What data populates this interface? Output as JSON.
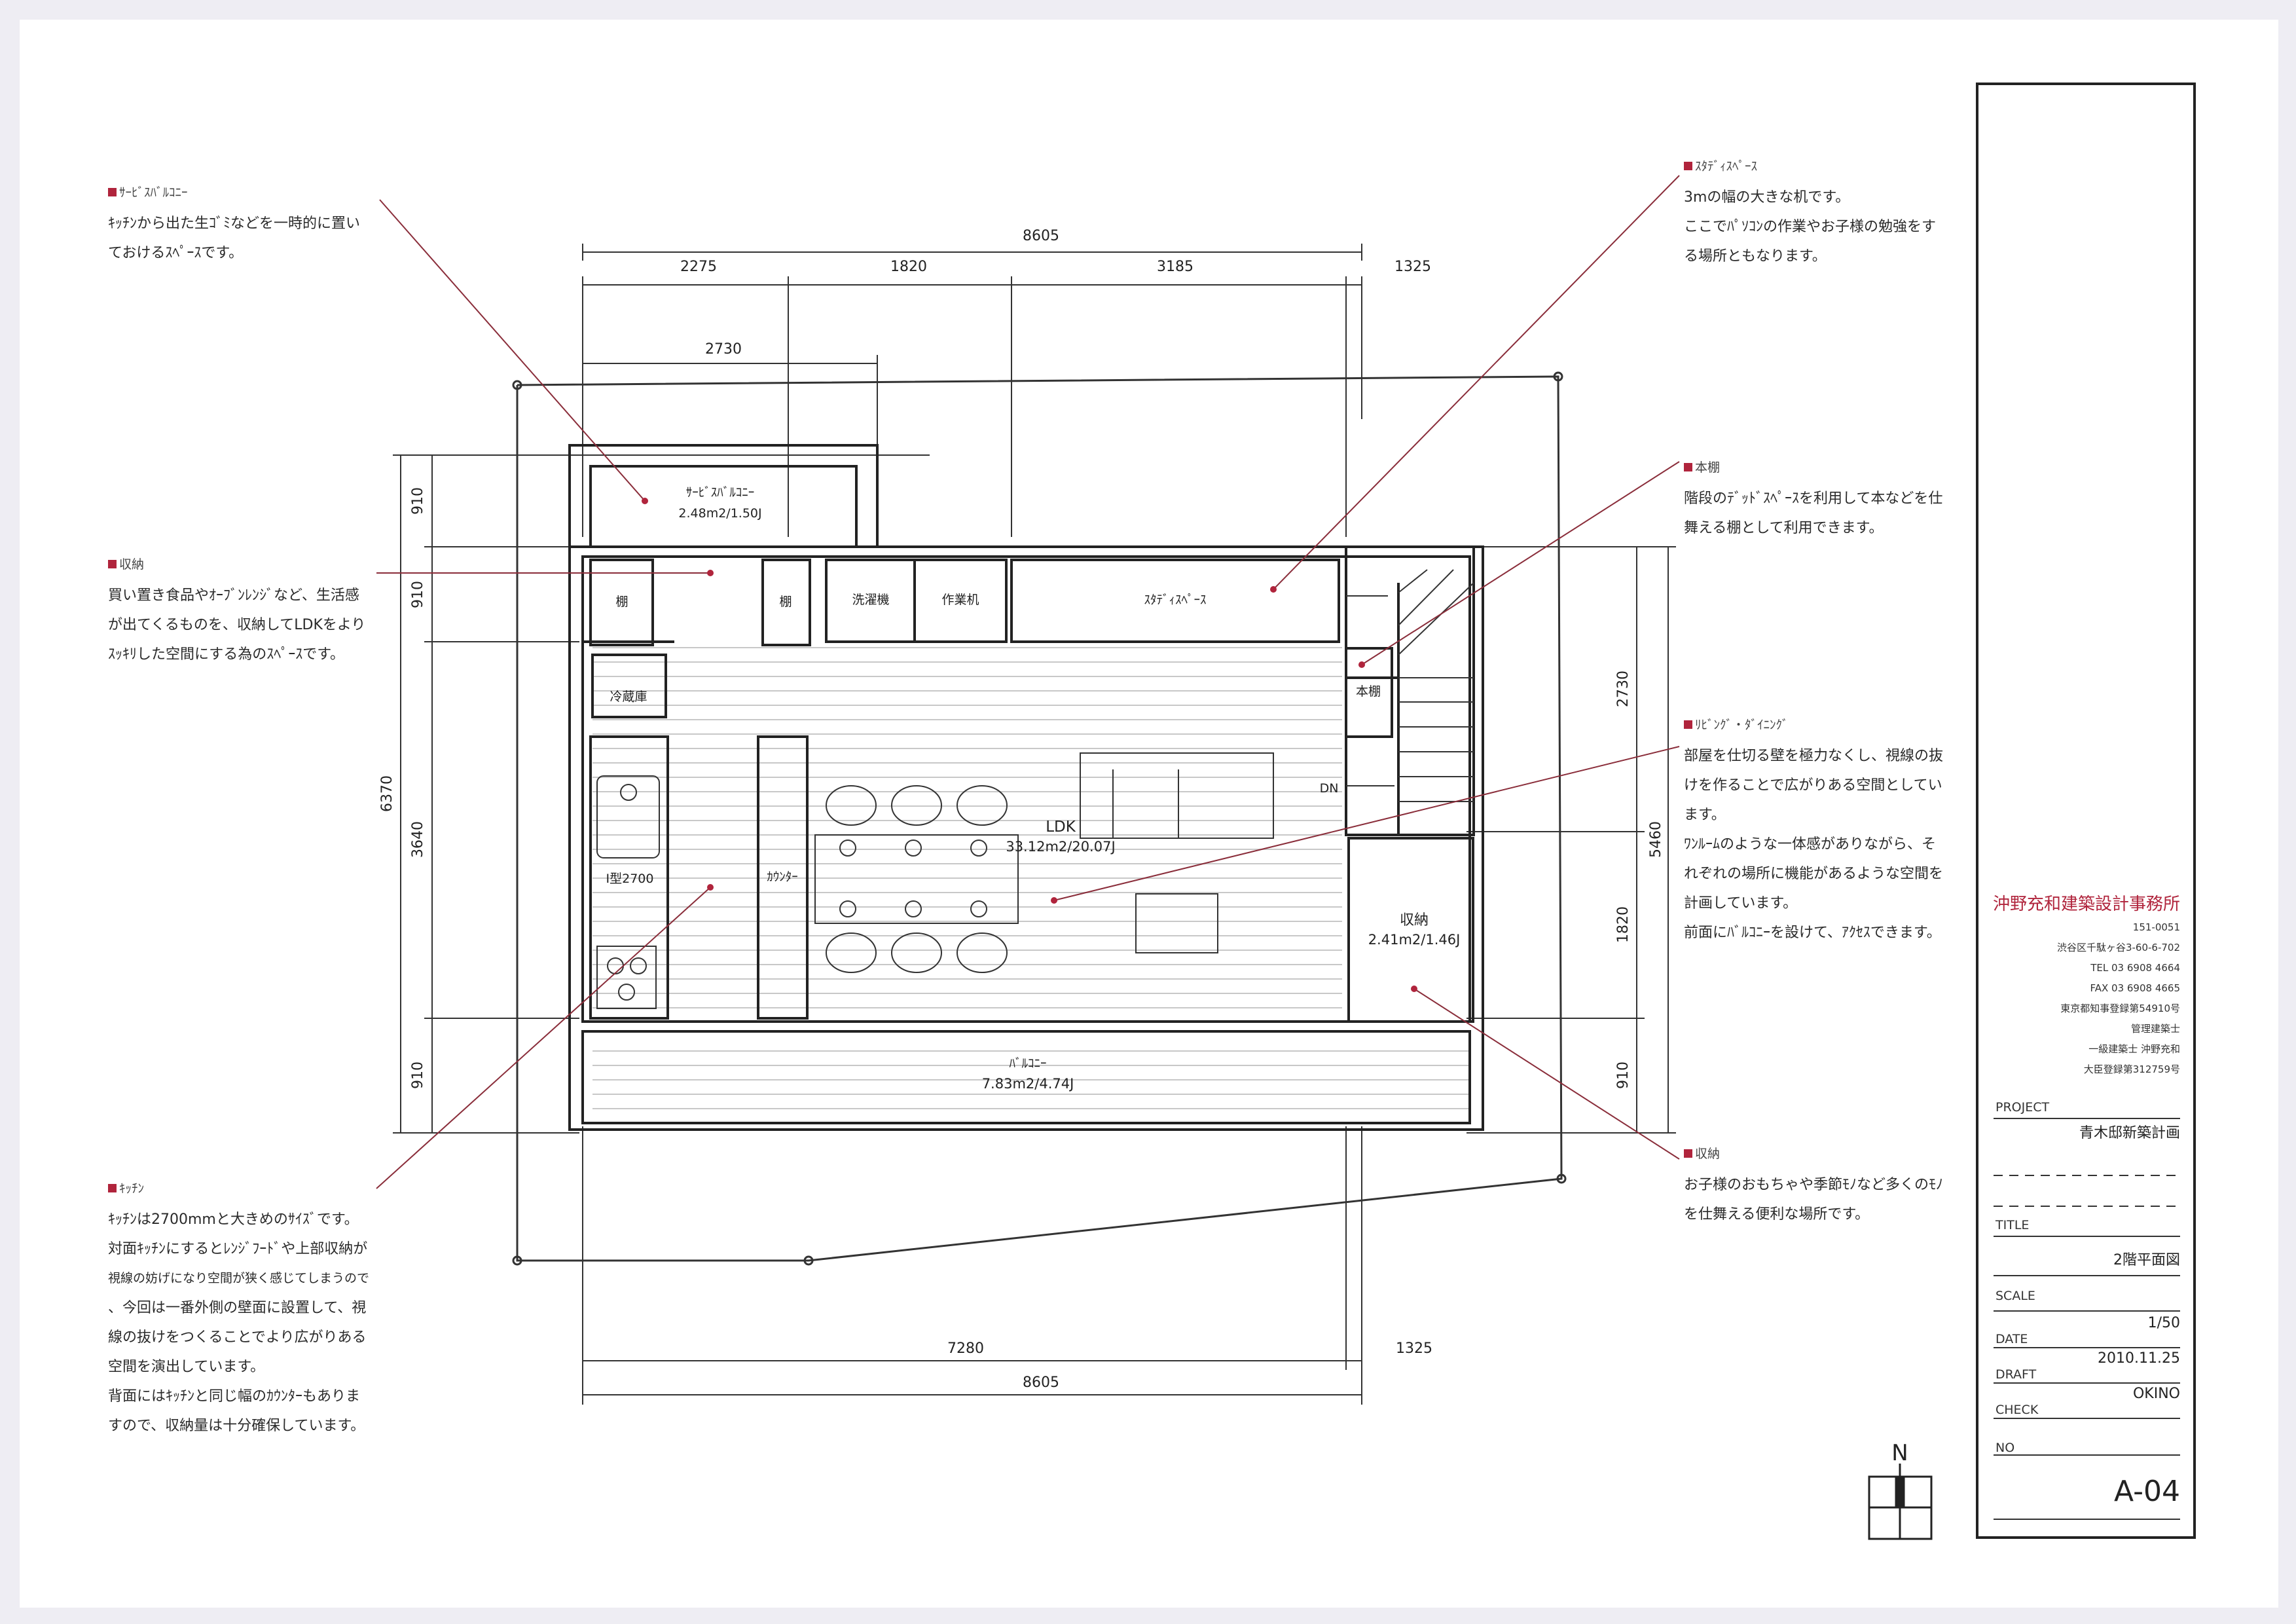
{
  "plan": {
    "dims_top": {
      "total": "8605",
      "seg1": "2275",
      "seg2": "1820",
      "seg3": "3185",
      "seg4": "1325",
      "balcony": "2730"
    },
    "dims_bottom": {
      "seg1": "7280",
      "seg2": "1325",
      "total": "8605"
    },
    "dims_left": {
      "total": "6370",
      "seg1": "910",
      "seg2": "910",
      "seg3": "3640",
      "seg4": "910"
    },
    "dims_right": {
      "total": "5460",
      "seg1": "2730",
      "seg2": "1820",
      "seg3": "910"
    },
    "rooms": {
      "service_balcony": "ｻｰﾋﾞｽﾊﾞﾙｺﾆｰ",
      "service_balcony_area": "2.48m2/1.50J",
      "shelf_a": "棚",
      "shelf_b": "棚",
      "washer": "洗濯機",
      "work_machine": "作業机",
      "study_space": "ｽﾀﾃﾞｨｽﾍﾟｰｽ",
      "fridge": "冷蔵庫",
      "kitchen_len": "I型2700",
      "counter": "ｶｳﾝﾀｰ",
      "ldk": "LDK",
      "ldk_area": "33.12m2/20.07J",
      "bookshelf": "本棚",
      "down": "DN",
      "storage": "収納",
      "storage_area": "2.41m2/1.46J",
      "balcony": "ﾊﾞﾙｺﾆｰ",
      "balcony_area": "7.83m2/4.74J"
    },
    "north": "N"
  },
  "notes": {
    "service_balcony": {
      "title": "ｻｰﾋﾞｽﾊﾞﾙｺﾆｰ",
      "lines": [
        "ｷｯﾁﾝから出た生ｺﾞﾐなどを一時的に置い",
        "ておけるｽﾍﾟｰｽです。"
      ]
    },
    "storage_left": {
      "title": "収納",
      "lines": [
        "買い置き食品やｵｰﾌﾞﾝﾚﾝｼﾞなど、生活感",
        "が出てくるものを、収納してLDKをより",
        "ｽｯｷﾘした空間にする為のｽﾍﾟｰｽです。"
      ]
    },
    "kitchen": {
      "title": "ｷｯﾁﾝ",
      "lines": [
        "ｷｯﾁﾝは2700mmと大きめのｻｲｽﾞです。",
        "対面ｷｯﾁﾝにするとﾚﾝｼﾞﾌｰﾄﾞや上部収納が",
        "視線の妨げになり空間が狭く感じてしまうので",
        "、今回は一番外側の壁面に設置して、視",
        "線の抜けをつくることでより広がりある",
        "空間を演出しています。",
        "背面にはｷｯﾁﾝと同じ幅のｶｳﾝﾀｰもありま",
        "すので、収納量は十分確保しています。"
      ]
    },
    "study": {
      "title": "ｽﾀﾃﾞｨｽﾍﾟｰｽ",
      "lines": [
        "3mの幅の大きな机です。",
        "ここでﾊﾟｿｺﾝの作業やお子様の勉強をす",
        "る場所ともなります。"
      ]
    },
    "bookshelf": {
      "title": "本棚",
      "lines": [
        "階段のﾃﾞｯﾄﾞｽﾍﾟｰｽを利用して本などを仕",
        "舞える棚として利用できます。"
      ]
    },
    "living": {
      "title": "ﾘﾋﾞﾝｸﾞ・ﾀﾞｲﾆﾝｸﾞ",
      "lines": [
        "部屋を仕切る壁を極力なくし、視線の抜",
        "けを作ることで広がりある空間としてい",
        "ます。",
        "ﾜﾝﾙｰﾑのような一体感がありながら、そ",
        "れぞれの場所に機能があるような空間を",
        "計画しています。",
        "前面にﾊﾞﾙｺﾆｰを設けて、ｱｸｾｽできます。"
      ]
    },
    "storage_right": {
      "title": "収納",
      "lines": [
        "お子様のおもちゃや季節ﾓﾉなど多くのﾓﾉ",
        "を仕舞える便利な場所です。"
      ]
    }
  },
  "title_block": {
    "firm_name": "沖野充和建築設計事務所",
    "firm_lines": [
      "151-0051",
      "渋谷区千駄ヶ谷3-60-6-702",
      "TEL 03 6908 4664",
      "FAX 03 6908 4665",
      "東京都知事登録第54910号",
      "管理建築士",
      "一級建築士 沖野充和",
      "大臣登録第312759号"
    ],
    "project_label": "PROJECT",
    "project_value": "青木邸新築計画",
    "title_label": "TITLE",
    "title_value": "2階平面図",
    "scale_label": "SCALE",
    "scale_value": "1/50",
    "date_label": "DATE",
    "date_value": "2010.11.25",
    "draft_label": "DRAFT",
    "draft_value": "OKINO",
    "check_label": "CHECK",
    "no_label": "NO",
    "no_value": "A-04"
  },
  "colors": {
    "accent": "#b0243c",
    "leader": "#8a2d3a",
    "line": "#222222"
  }
}
